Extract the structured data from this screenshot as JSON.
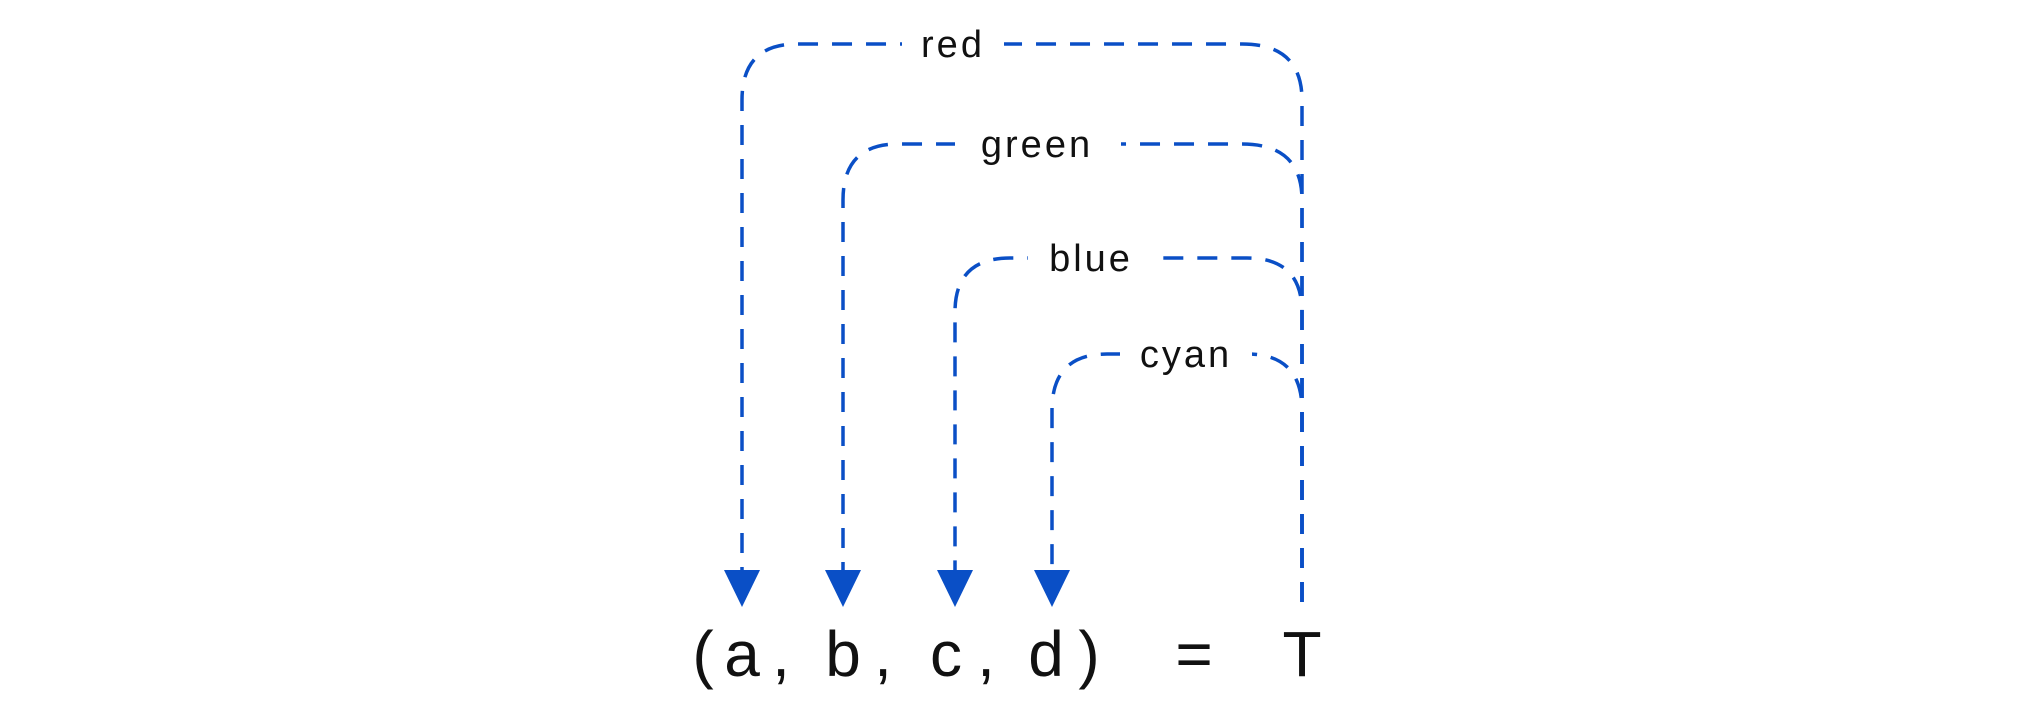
{
  "accent_color": "#0a4fc6",
  "text_color": "#111111",
  "arcs": [
    {
      "label": "red"
    },
    {
      "label": "green"
    },
    {
      "label": "blue"
    },
    {
      "label": "cyan"
    }
  ],
  "equation": {
    "open_paren": "(",
    "a": "a",
    "comma_1": ",",
    "b": "b",
    "comma_2": ",",
    "c": "c",
    "comma_3": ",",
    "d": "d",
    "close_paren": ")",
    "equals": "=",
    "rhs": "T"
  }
}
